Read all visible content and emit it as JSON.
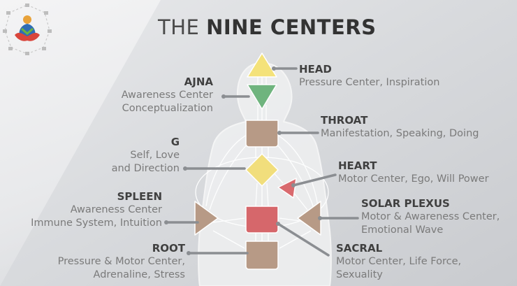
{
  "title": {
    "light": "THE",
    "bold": "NINE CENTERS"
  },
  "centers": {
    "head": {
      "name": "HEAD",
      "lines": [
        "Pressure Center, Inspiration"
      ]
    },
    "ajna": {
      "name": "AJNA",
      "lines": [
        "Awareness Center",
        "Conceptualization"
      ]
    },
    "throat": {
      "name": "THROAT",
      "lines": [
        "Manifestation, Speaking, Doing"
      ]
    },
    "g": {
      "name": "G",
      "lines": [
        "Self, Love",
        "and Direction"
      ]
    },
    "heart": {
      "name": "HEART",
      "lines": [
        "Motor Center, Ego, Will Power"
      ]
    },
    "spleen": {
      "name": "SPLEEN",
      "lines": [
        "Awareness Center",
        "Immune System, Intuition"
      ]
    },
    "solar": {
      "name": "SOLAR PLEXUS",
      "lines": [
        "Motor & Awareness Center,",
        "Emotional Wave"
      ]
    },
    "root": {
      "name": "ROOT",
      "lines": [
        "Pressure & Motor Center,",
        "Adrenaline, Stress"
      ]
    },
    "sacral": {
      "name": "SACRAL",
      "lines": [
        "Motor Center, Life Force,",
        "Sexuality"
      ]
    }
  },
  "colors": {
    "head": "#f4e27a",
    "ajna": "#6fb47e",
    "throat": "#b79a86",
    "g": "#f1de7c",
    "heart": "#d96a6e",
    "spleen": "#b79a86",
    "solar": "#b79a86",
    "sacral": "#d6676b",
    "root": "#b79a86",
    "connector": "#8b8e92"
  }
}
